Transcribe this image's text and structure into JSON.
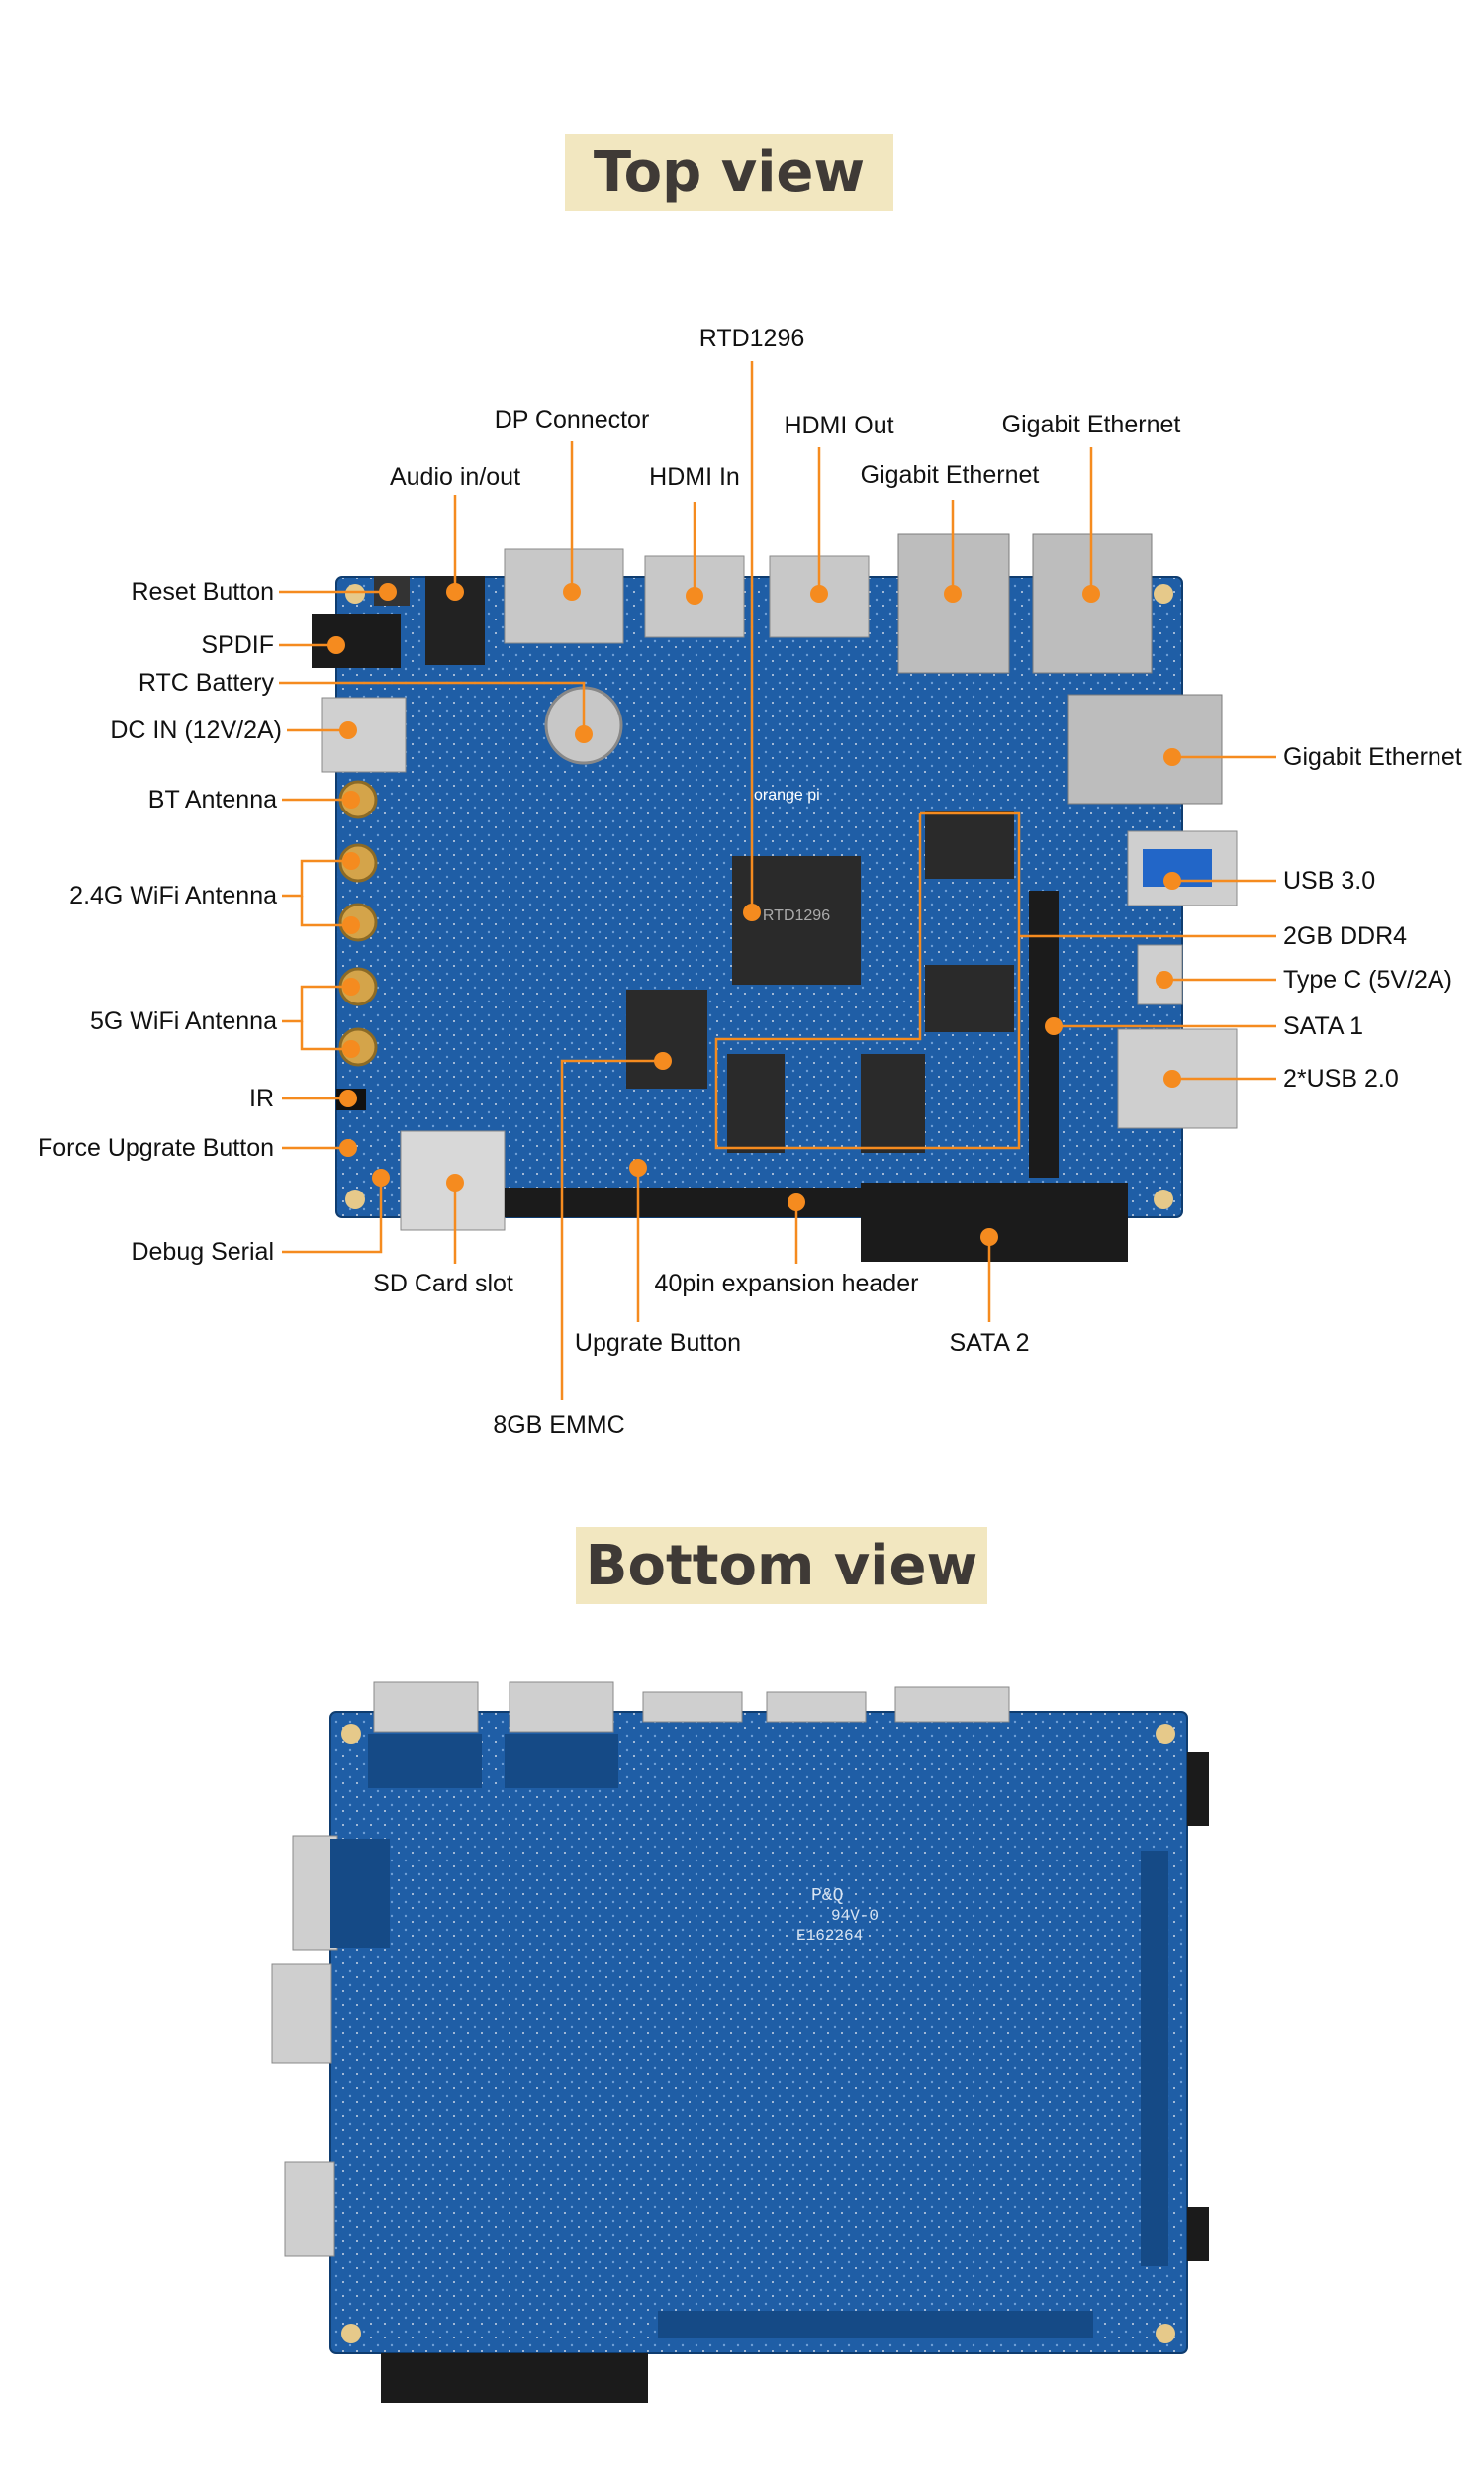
{
  "titles": {
    "top": "Top view",
    "bottom": "Bottom view"
  },
  "labels": {
    "rtd1296": "RTD1296",
    "dp_connector": "DP Connector",
    "hdmi_out": "HDMI Out",
    "gigabit_ethernet_1": "Gigabit Ethernet",
    "audio": "Audio in/out",
    "hdmi_in": "HDMI In",
    "gigabit_ethernet_2": "Gigabit Ethernet",
    "reset_button": "Reset Button",
    "spdif": "SPDIF",
    "rtc_battery": "RTC Battery",
    "dc_in": "DC IN (12V/2A)",
    "bt_antenna": "BT Antenna",
    "wifi24_antenna": "2.4G WiFi Antenna",
    "wifi5_antenna": "5G WiFi Antenna",
    "ir": "IR",
    "force_upgrade": "Force Upgrate Button",
    "debug_serial": "Debug Serial",
    "sd_card": "SD Card slot",
    "header40": "40pin expansion header",
    "upgrade_button": "Upgrate Button",
    "sata2": "SATA 2",
    "emmc": "8GB EMMC",
    "gigabit_ethernet_3": "Gigabit Ethernet",
    "usb30": "USB 3.0",
    "ddr4": "2GB DDR4",
    "typec": "Type C (5V/2A)",
    "sata1": "SATA 1",
    "usb20": "2*USB 2.0"
  },
  "board_text": {
    "logo": "orange pi",
    "chip": "RTD1296",
    "bottom_mark1": "P&Q",
    "bottom_mark2": "94V-0",
    "bottom_mark3": "E162264"
  },
  "colors": {
    "accent_line": "#f58b1f",
    "banner_bg": "#f2e7c0",
    "pcb": "#1f5ea6",
    "pcb_dark": "#154a86"
  }
}
